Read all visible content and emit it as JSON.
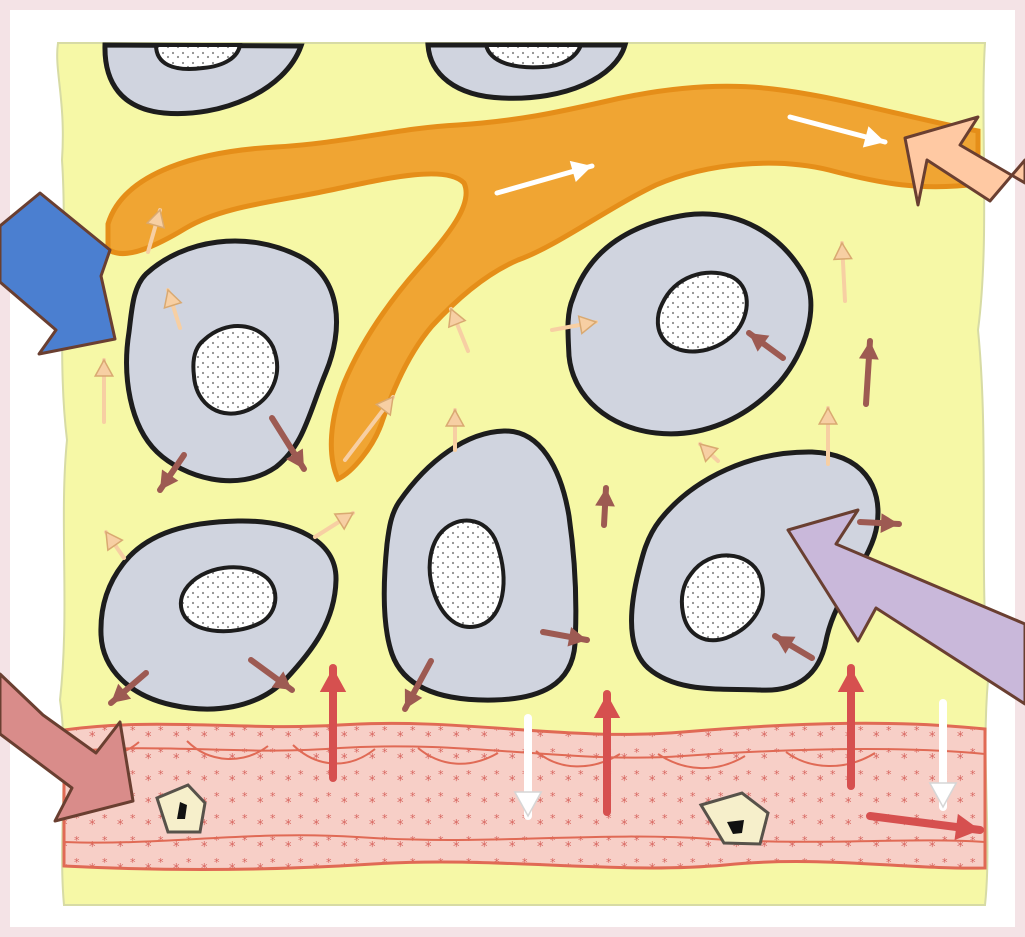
{
  "diagram": {
    "colors": {
      "frame_background": "#f4e3e6",
      "tissue_fluid": "#f6f8a6",
      "lymph_vessel": "#f0a533",
      "lymph_vessel_edge": "#e58e19",
      "blood_capillary": "#f7cfc7",
      "blood_capillary_edge": "#e06a55",
      "cell_fill": "#d0d4df",
      "cell_outline": "#1d1d1d",
      "oxygen_arrow": "#d6504f",
      "cell_output_arrow": "#9d5a52",
      "lymph_arrow": "#f7cfa3",
      "waste_arrow": "#ffffff",
      "pointer_blue": "#4b7fd0",
      "pointer_peach": "#ffc9a3",
      "pointer_pink": "#d98c8a",
      "pointer_lavender": "#c9b8da"
    },
    "icons": [
      "pointer-arrow-blue",
      "pointer-arrow-peach",
      "pointer-arrow-pink",
      "pointer-arrow-lavender"
    ]
  }
}
